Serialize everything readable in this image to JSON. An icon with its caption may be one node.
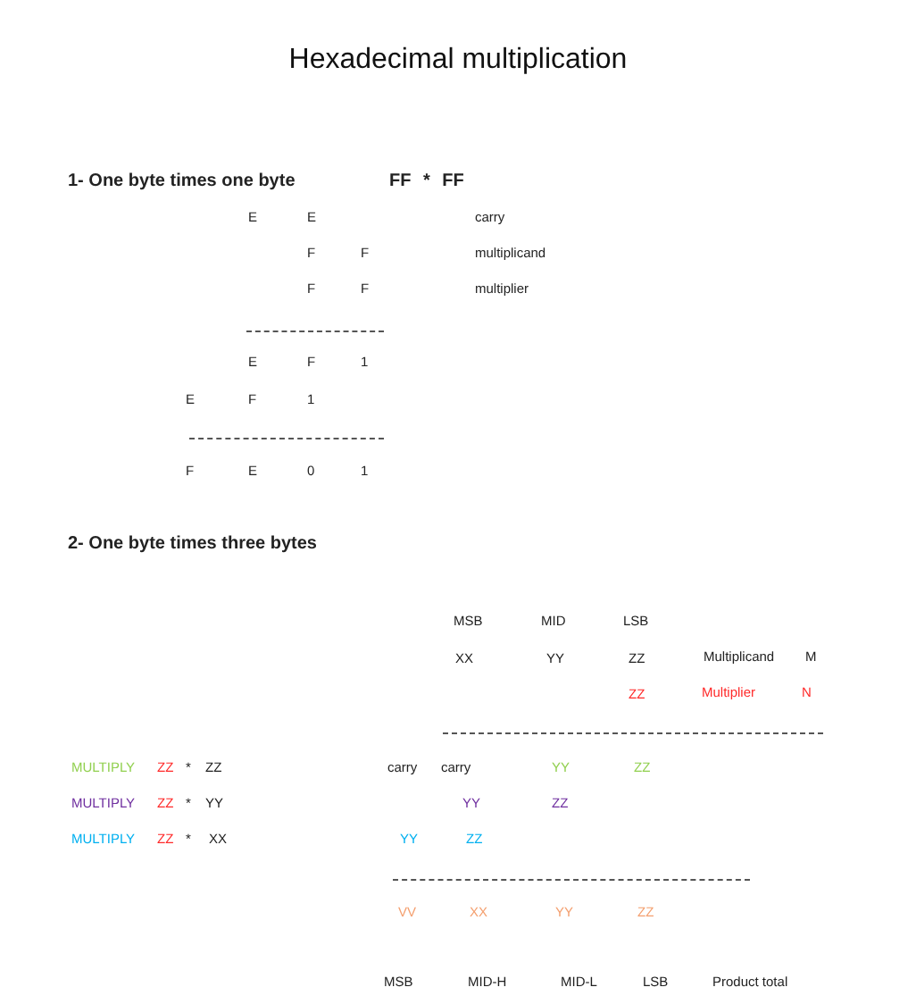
{
  "diagram": {
    "title": "Hexadecimal multiplication",
    "labels": [
      "1- One byte times one byte",
      "FF * FF",
      "E",
      "E",
      "carry",
      "F",
      "F",
      "multiplicand",
      "F",
      "F",
      "multiplier",
      "E",
      "F",
      "1",
      "E",
      "F",
      "1",
      "F",
      "E",
      "0",
      "1",
      "2- One byte times three bytes",
      "MSB",
      "MID",
      "LSB",
      "XX",
      "YY",
      "ZZ",
      "Multiplicand",
      "M",
      "ZZ",
      "Multiplier",
      "N",
      "MULTIPLY",
      "ZZ",
      "*",
      "ZZ",
      "carry",
      "carry",
      "YY",
      "ZZ",
      "MULTIPLY",
      "ZZ",
      "*",
      "YY",
      "YY",
      "ZZ",
      "MULTIPLY",
      "ZZ",
      "*",
      "XX",
      "YY",
      "ZZ",
      "VV",
      "XX",
      "YY",
      "ZZ",
      "MSB",
      "MID-H",
      "MID-L",
      "LSB",
      "Product total"
    ]
  }
}
